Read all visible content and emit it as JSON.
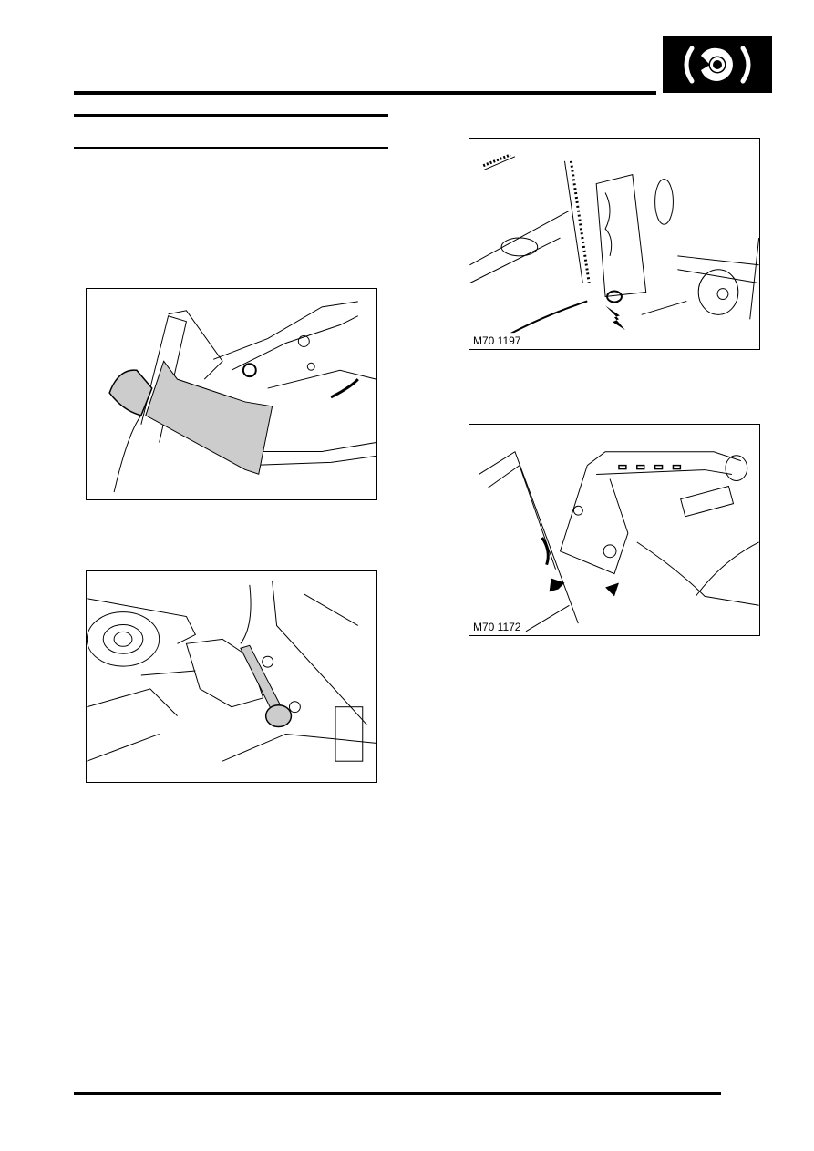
{
  "header": {
    "icon": "parking-brake-icon",
    "icon_colors": {
      "background": "#000000",
      "foreground": "#ffffff"
    }
  },
  "section": {
    "title": ""
  },
  "figures": [
    {
      "id": "fig-a",
      "label": "",
      "description": "Centre console duct removal illustration",
      "highlight_color": "#cccccc"
    },
    {
      "id": "fig-b",
      "label": "",
      "description": "Handbrake cable linkage bracket illustration",
      "highlight_color": "#cccccc"
    },
    {
      "id": "fig-c",
      "label": "M70 1197",
      "description": "Handbrake ratchet and cable release illustration"
    },
    {
      "id": "fig-d",
      "label": "M70 1172",
      "description": "Handbrake lever assembly with fixing arrows illustration"
    }
  ],
  "footer": {
    "text": ""
  }
}
